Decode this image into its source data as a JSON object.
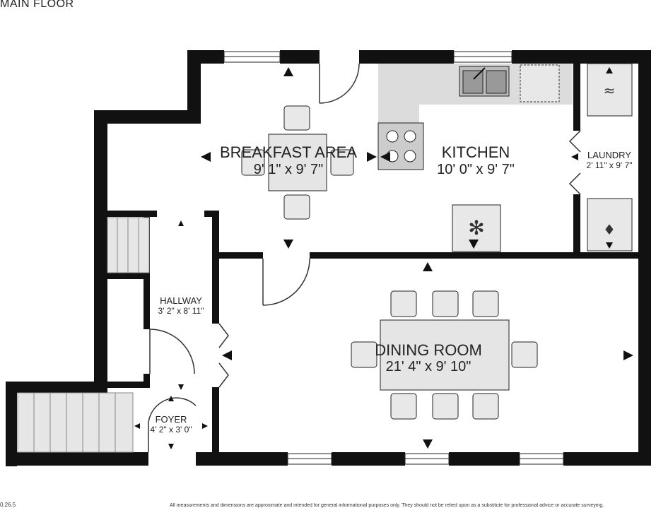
{
  "header": {
    "title": "MAIN FLOOR"
  },
  "rooms": {
    "breakfast": {
      "name": "BREAKFAST AREA",
      "dims": "9' 1\" x 9' 7\""
    },
    "kitchen": {
      "name": "KITCHEN",
      "dims": "10' 0\" x 9' 7\""
    },
    "laundry": {
      "name": "LAUNDRY",
      "dims": "2' 11\" x 9' 7\""
    },
    "hallway": {
      "name": "HALLWAY",
      "dims": "3' 2\" x 8' 11\""
    },
    "dining": {
      "name": "DINING ROOM",
      "dims": "21' 4\" x 9' 10\""
    },
    "foyer": {
      "name": "FOYER",
      "dims": "4' 2\" x 3' 0\""
    }
  },
  "footer": {
    "version": "0.26.5",
    "disclaimer": "All measurements and dimensions are approximate and intended for general informational purposes only. They should not be relied upon as a substitute for professional advice or accurate surveying."
  },
  "colors": {
    "wall": "#111111",
    "fixture": "#dcdcdc",
    "stroke": "#222222"
  }
}
